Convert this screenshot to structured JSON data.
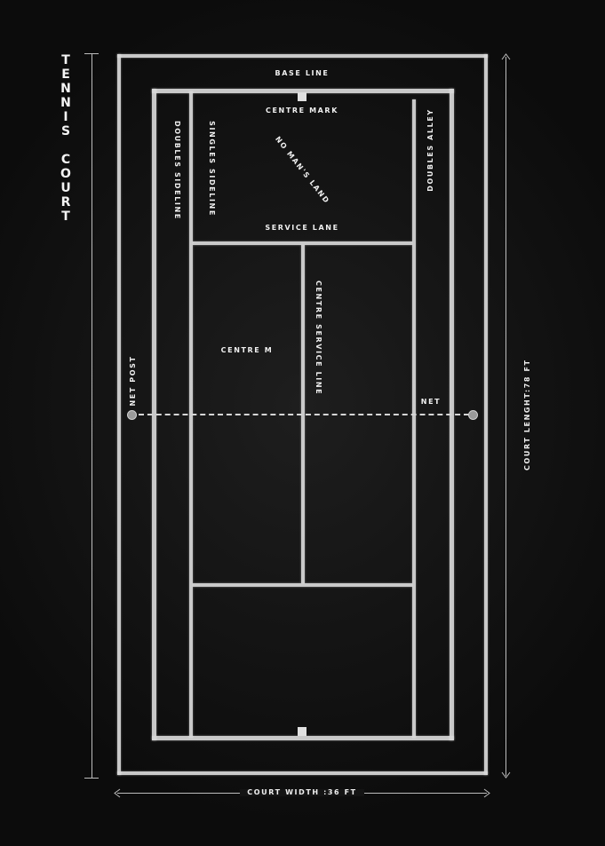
{
  "title_chars": [
    "T",
    "E",
    "N",
    "N",
    "I",
    "S",
    " ",
    "C",
    "O",
    "U",
    "R",
    "T"
  ],
  "labels": {
    "base_line": "BASE LINE",
    "centre_mark": "CENTRE MARK",
    "no_mans_land": "NO MAN'S LAND",
    "service_lane": "SERVICE LANE",
    "doubles_sideline": "DOUBLES SIDELINE",
    "singles_sideline": "SINGLES SIDELINE",
    "doubles_alley": "DOUBLES ALLEY",
    "centre_service_line": "CENTRE SERVICE LINE",
    "centre_m": "CENTRE M",
    "net_post": "NET POST",
    "net": "NET",
    "court_length": "COURT LENGHT:78 FT",
    "court_width": "COURT WIDTH :36 FT"
  },
  "colors": {
    "background": "#121212",
    "chalk": "#d9d9d9"
  }
}
